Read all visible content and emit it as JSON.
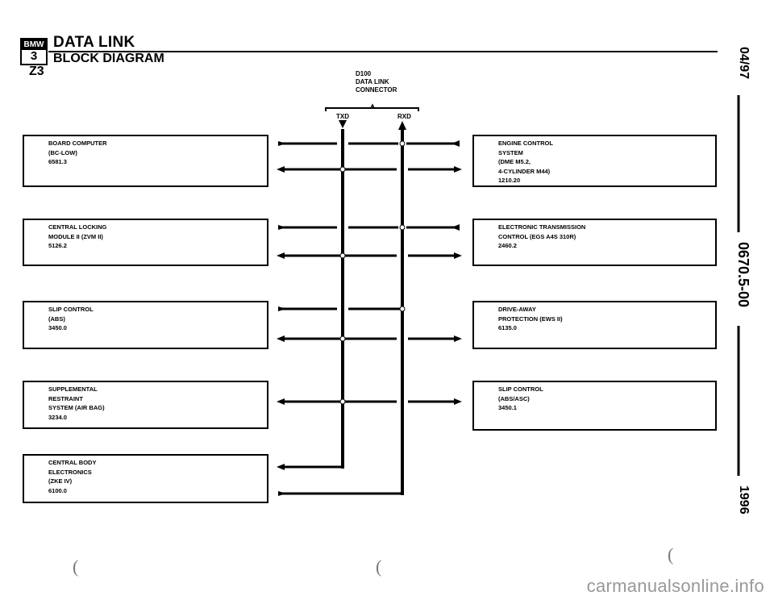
{
  "header": {
    "logo_brand": "BMW",
    "logo_series": "3",
    "title": "DATA LINK",
    "subtitle": "BLOCK DIAGRAM",
    "model": "Z3"
  },
  "connector": {
    "lines": [
      "D100",
      "DATA LINK",
      "CONNECTOR"
    ],
    "txd_label": "TXD",
    "rxd_label": "RXD"
  },
  "left_modules": [
    {
      "lines": [
        "BOARD COMPUTER",
        "(BC-LOW)",
        "6581.3"
      ]
    },
    {
      "lines": [
        "CENTRAL LOCKING",
        "MODULE II (ZVM II)",
        "5126.2"
      ]
    },
    {
      "lines": [
        "SLIP CONTROL",
        "(ABS)",
        "3450.0"
      ]
    },
    {
      "lines": [
        "SUPPLEMENTAL",
        "RESTRAINT",
        "SYSTEM (AIR BAG)",
        "3234.0"
      ]
    },
    {
      "lines": [
        "CENTRAL BODY",
        "ELECTRONICS",
        "(ZKE IV)",
        "6100.0"
      ]
    }
  ],
  "right_modules": [
    {
      "lines": [
        "ENGINE CONTROL",
        "SYSTEM",
        "(DME M5.2,",
        "4-CYLINDER M44)",
        "1210.20"
      ]
    },
    {
      "lines": [
        "ELECTRONIC TRANSMISSION",
        "CONTROL (EGS A4S 310R)",
        "2460.2"
      ]
    },
    {
      "lines": [
        "DRIVE-AWAY",
        "PROTECTION (EWS II)",
        "6135.0"
      ]
    },
    {
      "lines": [
        "SLIP CONTROL",
        "(ABS/ASC)",
        "3450.1"
      ]
    }
  ],
  "side_margin": {
    "date": "04/97",
    "section_code": "0670.5-00",
    "year": "1996"
  },
  "watermark": "carmanualsonline.info",
  "stray_marks": [
    "(",
    "(",
    "("
  ]
}
